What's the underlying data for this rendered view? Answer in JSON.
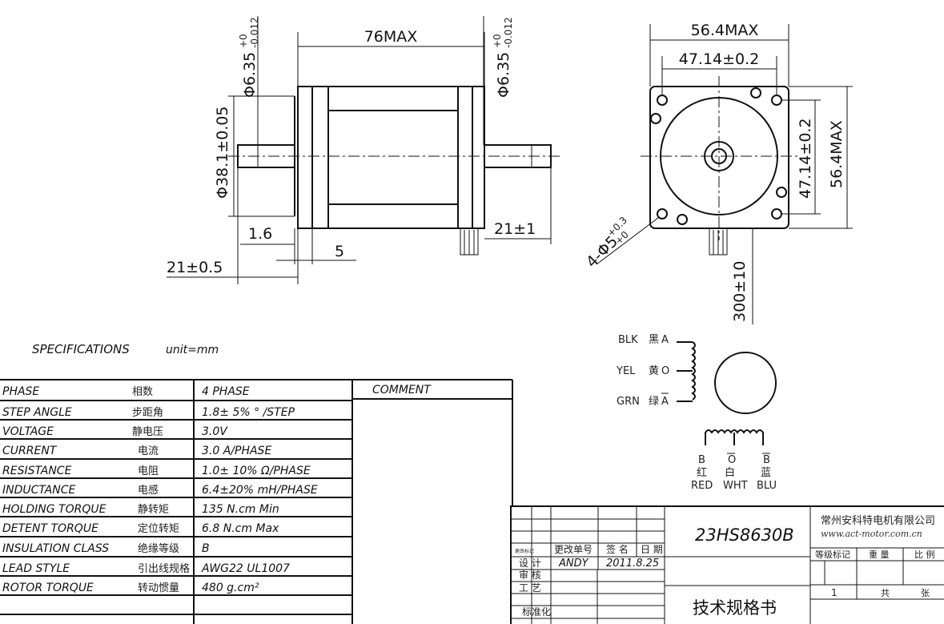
{
  "side_view": {
    "length": "76MAX",
    "shaft_dia_left": "Φ6.35",
    "shaft_tol_left_upper": "+0",
    "shaft_tol_left_lower": "-0.012",
    "shaft_dia_right": "Φ6.35",
    "shaft_tol_right_upper": "+0",
    "shaft_tol_right_lower": "-0.012",
    "pilot_dia": "Φ38.1±0.05",
    "pilot_depth": "1.6",
    "flange": "5",
    "front_shaft_len": "21±0.5",
    "rear_shaft_len": "21±1"
  },
  "front_view": {
    "width_max": "56.4MAX",
    "hole_spacing_h": "47.14±0.2",
    "hole_spacing_v": "47.14±0.2",
    "height_max": "56.4MAX",
    "holes": "4-Φ5",
    "holes_tol_upper": "+0.3",
    "holes_tol_lower": "+0",
    "lead_length": "300±10"
  },
  "specs": {
    "title": "SPECIFICATIONS",
    "unit": "unit=mm",
    "comment_header": "COMMENT",
    "rows": [
      {
        "en": "PHASE",
        "cn": "相数",
        "value": "4  PHASE"
      },
      {
        "en": "STEP ANGLE",
        "cn": "步距角",
        "value": "1.8± 5% ° /STEP"
      },
      {
        "en": "VOLTAGE",
        "cn": "静电压",
        "value": "3.0V"
      },
      {
        "en": "CURRENT",
        "cn": "电流",
        "value": "3.0 A/PHASE"
      },
      {
        "en": "RESISTANCE",
        "cn": "电阻",
        "value": "1.0± 10%  Ω/PHASE"
      },
      {
        "en": "INDUCTANCE",
        "cn": "电感",
        "value": "6.4±20% mH/PHASE"
      },
      {
        "en": "HOLDING TORQUE",
        "cn": "静转矩",
        "value": "135  N.cm Min"
      },
      {
        "en": "DETENT TORQUE",
        "cn": "定位转矩",
        "value": "6.8 N.cm Max"
      },
      {
        "en": "INSULATION CLASS",
        "cn": "绝缘等级",
        "value": "B"
      },
      {
        "en": "LEAD STYLE",
        "cn": "引出线规格",
        "value": "AWG22 UL1007"
      },
      {
        "en": "ROTOR TORQUE",
        "cn": "转动惯量",
        "value": "480 g.cm²"
      }
    ]
  },
  "wiring": {
    "phase_a": [
      {
        "color": "BLK",
        "cn": "黑",
        "label": "A"
      },
      {
        "color": "YEL",
        "cn": "黄",
        "label": "O"
      },
      {
        "color": "GRN",
        "cn": "绿",
        "label": "A"
      }
    ],
    "phase_b": [
      {
        "label": "B",
        "cn": "红",
        "color": "RED"
      },
      {
        "label": "O",
        "cn": "白",
        "color": "WHT"
      },
      {
        "label": "B",
        "cn": "蓝",
        "color": "BLU"
      }
    ]
  },
  "title_block": {
    "model": "23HS8630B",
    "company": "常州安科特电机有限公司",
    "website": "www.act-motor.com.cn",
    "doc_title": "技术规格书",
    "change_mark": "更改标记",
    "change_no": "更改单号",
    "signature": "签  名",
    "date": "日  期",
    "design": "设  计",
    "designer": "ANDY",
    "design_date": "2011.8.25",
    "review": "审  核",
    "process": "工  艺",
    "standard": "标准化",
    "grade_mark": "等级标记",
    "weight": "重  量",
    "scale": "比  例",
    "sheet_no": "1",
    "total": "共",
    "sheets": "张"
  }
}
